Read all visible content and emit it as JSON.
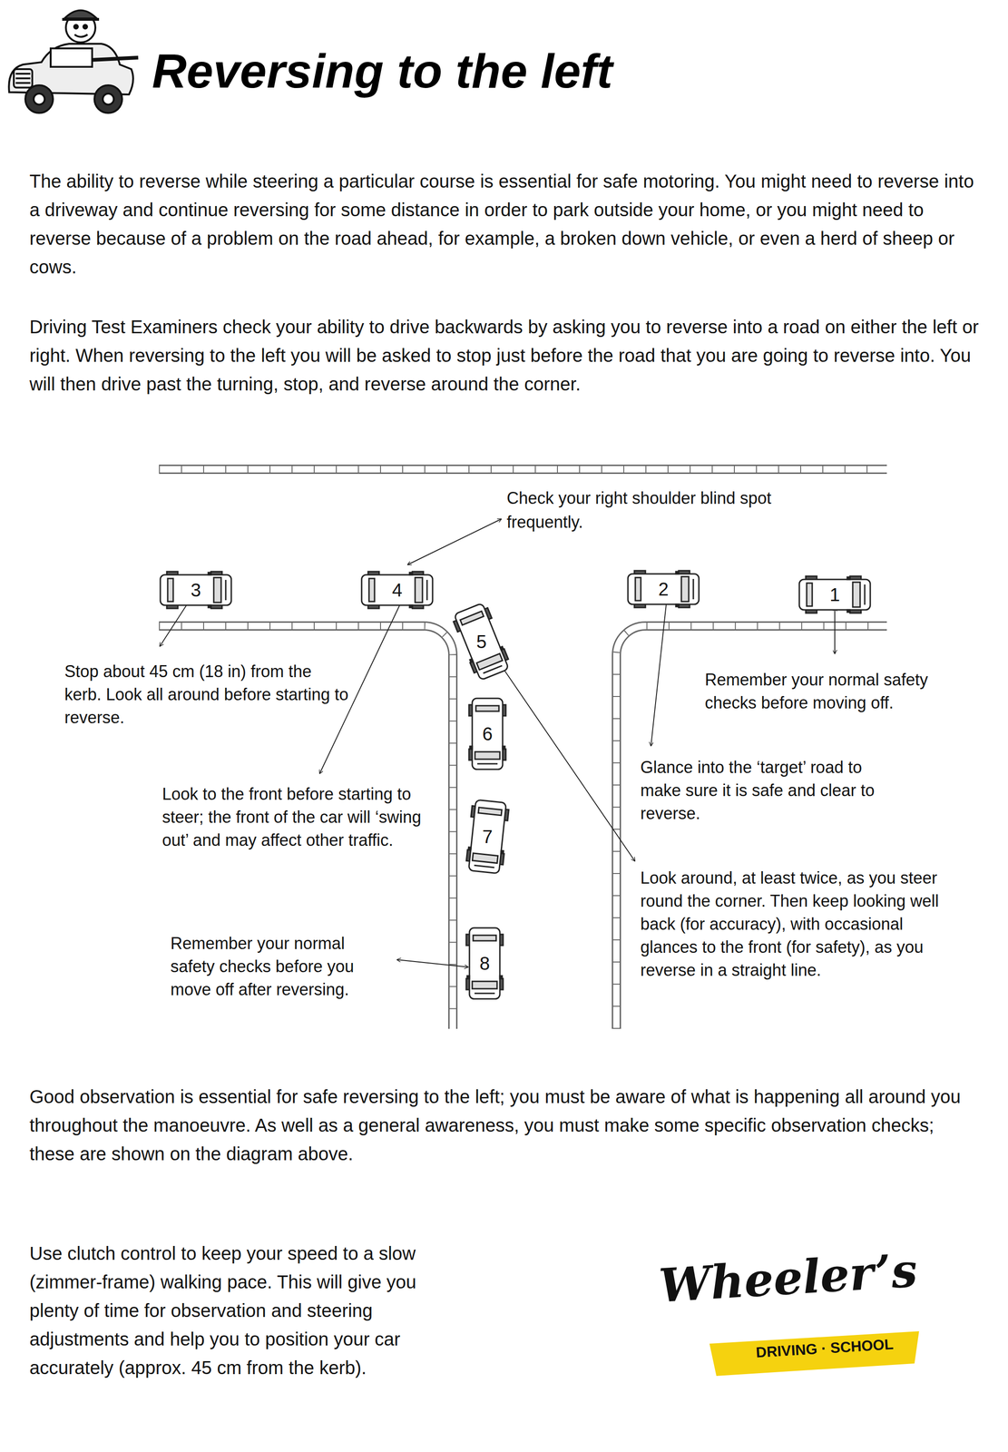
{
  "diagram": {
    "title": "Reversing to the left",
    "nodes": [
      {
        "text": [
          "1"
        ]
      },
      {
        "text": [
          "2"
        ]
      },
      {
        "text": [
          "3"
        ]
      },
      {
        "text": [
          "4"
        ]
      },
      {
        "text": [
          "5"
        ]
      },
      {
        "text": [
          "6"
        ]
      },
      {
        "text": [
          "7"
        ]
      },
      {
        "text": [
          "8"
        ]
      }
    ],
    "labels": [
      "The ability to reverse while steering a particular course is essential for safe motoring. You might need to reverse into a driveway and continue reversing for some distance in order to park outside your home, or you might need to reverse because of a problem on the road ahead, for example, a broken down vehicle, or even a herd of sheep or cows.",
      "Driving Test Examiners check your ability to drive backwards by asking you to reverse into a road on either the left or right. When reversing to the left you will be asked to stop just before the road that you are going to reverse into. You will then drive past the turning, stop, and reverse around the corner.",
      "Check your right shoulder blind spot frequently.",
      "Stop about 45 cm (18 in) from the kerb. Look all around before starting to reverse.",
      "Remember your normal safety checks before moving off.",
      "Look to the front before starting to steer; the front of the car will ‘swing out’ and may affect other traffic.",
      "Glance into the ‘target’ road to make sure it is safe and clear to reverse.",
      "Look around, at least twice, as you steer round the corner. Then keep looking well back (for accuracy), with occasional glances to the front (for safety), as you reverse in a straight line.",
      "Remember your normal safety checks before you move off after reversing.",
      "Good observation is essential for safe reversing to the left; you must be aware of what is happening all around you throughout the manoeuvre. As well as a general awareness, you must make some specific observation checks; these are shown on the diagram above.",
      "Use clutch control to keep your speed to a slow (zimmer-frame) walking pace. This will give you plenty of time for observation and steering adjustments and help you to position your car accurately (approx. 45 cm from the kerb).",
      "Wheeler’s",
      "DRIVING · SCHOOL"
    ]
  }
}
